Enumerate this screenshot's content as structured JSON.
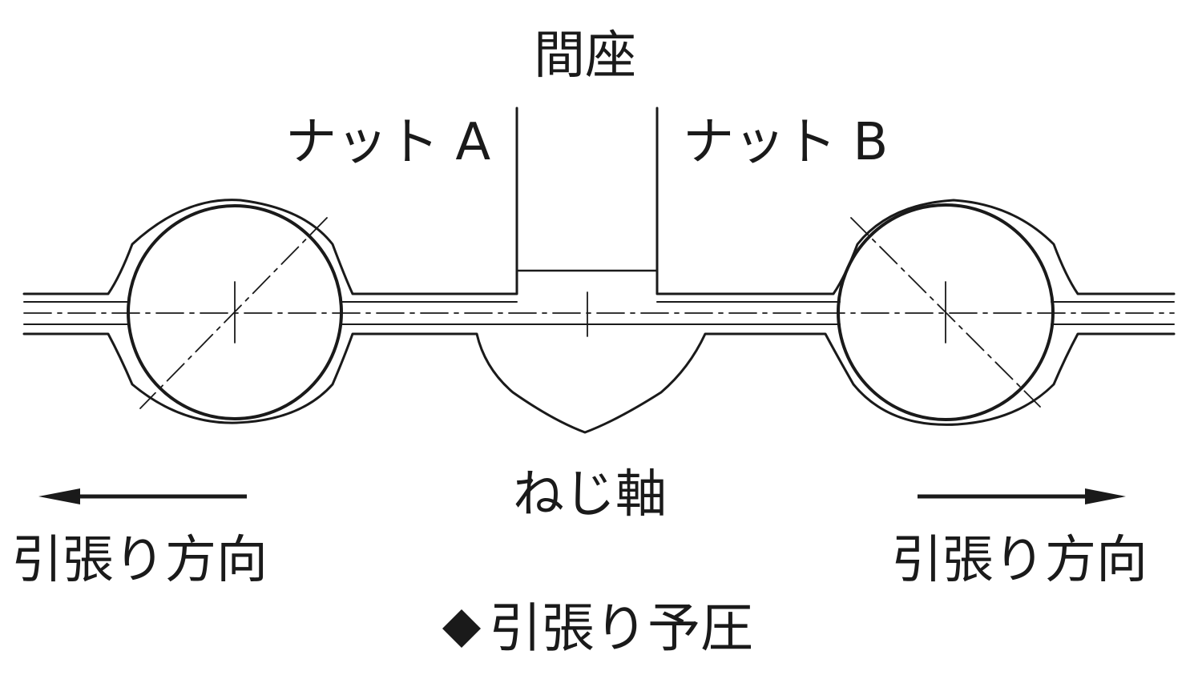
{
  "labels": {
    "spacer": "間座",
    "nut_a": "ナット A",
    "nut_b": "ナット B",
    "screw_shaft": "ねじ軸",
    "tension_direction_left": "引張り方向",
    "tension_direction_right": "引張り方向"
  },
  "caption": {
    "bullet": "diamond-icon",
    "text": "引張り予圧"
  },
  "colors": {
    "line": "#1a1a1a",
    "background": "#ffffff"
  }
}
